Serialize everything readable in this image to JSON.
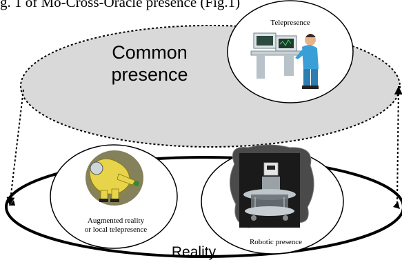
{
  "caption_fragment": "g. 1 of Mo-Cross-Oracle presence (Fig.1)",
  "diagram": {
    "common_presence_line1": "Common",
    "common_presence_line2": "presence",
    "telepresence_label": "Telepresence",
    "augmented_line1": "Augmented reality",
    "augmented_line2": "or local telepresence",
    "robotic_label": "Robotic presence",
    "reality_label": "Reality"
  }
}
